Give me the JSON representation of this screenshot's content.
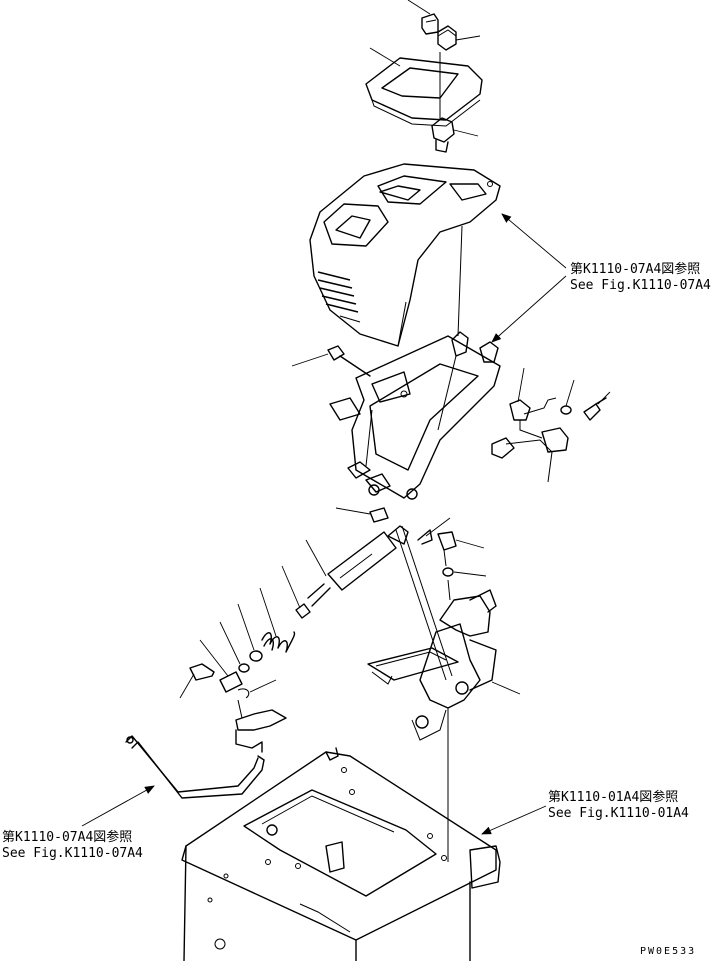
{
  "references": [
    {
      "id": "ref-console",
      "jp": "第K1110-07A4図参照",
      "en": "See Fig.K1110-07A4"
    },
    {
      "id": "ref-frame",
      "jp": "第K1110-01A4図参照",
      "en": "See Fig.K1110-01A4"
    },
    {
      "id": "ref-lever",
      "jp": "第K1110-07A4図参照",
      "en": "See Fig.K1110-07A4"
    }
  ],
  "drawing_code": "PW0E533"
}
